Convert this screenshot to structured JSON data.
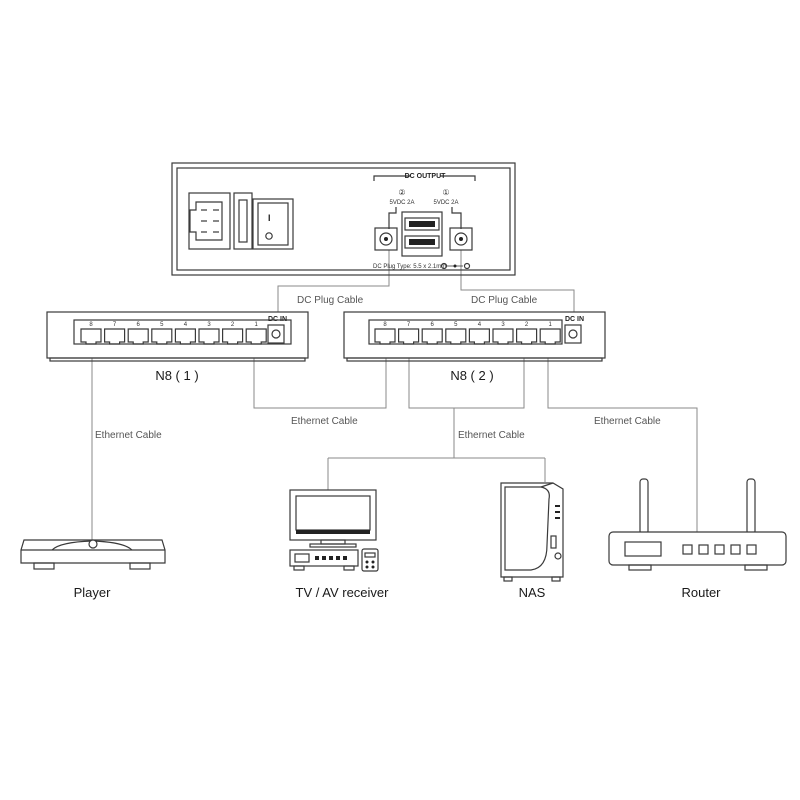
{
  "power_unit": {
    "dc_output_title": "DC OUTPUT",
    "port_2_mark": "②",
    "port_1_mark": "①",
    "port_2_rating": "5VDC 2A",
    "port_1_rating": "5VDC 2A",
    "plug_type": "DC Plug Type: 5.5 x 2.1mm",
    "switch_on_mark": "I"
  },
  "switches": {
    "n8_1": {
      "label": "N8 ( 1 )",
      "dc_in": "DC IN",
      "ports": [
        "8",
        "7",
        "6",
        "5",
        "4",
        "3",
        "2",
        "1"
      ]
    },
    "n8_2": {
      "label": "N8 ( 2 )",
      "dc_in": "DC IN",
      "ports": [
        "8",
        "7",
        "6",
        "5",
        "4",
        "3",
        "2",
        "1"
      ]
    }
  },
  "cables": {
    "dc_left": "DC Plug Cable",
    "dc_right": "DC Plug Cable",
    "eth_switch_link": "Ethernet Cable",
    "eth_player": "Ethernet Cable",
    "eth_devices": "Ethernet Cable",
    "eth_router": "Ethernet Cable"
  },
  "devices": {
    "player": "Player",
    "tv": "TV / AV receiver",
    "nas": "NAS",
    "router": "Router"
  }
}
